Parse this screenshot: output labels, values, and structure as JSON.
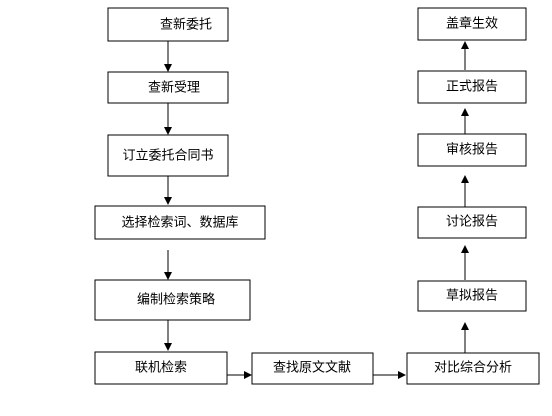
{
  "flowchart": {
    "nodes": {
      "commission": "查新委托",
      "accept": "查新受理",
      "contract": "订立委托合同书",
      "select_terms": "选择检索词、数据库",
      "strategy": "编制检索策略",
      "online_search": "联机检索",
      "find_originals": "查找原文文献",
      "analysis": "对比综合分析",
      "draft_report": "草拟报告",
      "discuss_report": "讨论报告",
      "review_report": "审核报告",
      "formal_report": "正式报告",
      "seal": "盖章生效"
    },
    "edges": [
      [
        "commission",
        "accept"
      ],
      [
        "accept",
        "contract"
      ],
      [
        "contract",
        "select_terms"
      ],
      [
        "select_terms",
        "strategy"
      ],
      [
        "strategy",
        "online_search"
      ],
      [
        "online_search",
        "find_originals"
      ],
      [
        "find_originals",
        "analysis"
      ],
      [
        "analysis",
        "draft_report"
      ],
      [
        "draft_report",
        "discuss_report"
      ],
      [
        "discuss_report",
        "review_report"
      ],
      [
        "review_report",
        "formal_report"
      ],
      [
        "formal_report",
        "seal"
      ]
    ]
  }
}
